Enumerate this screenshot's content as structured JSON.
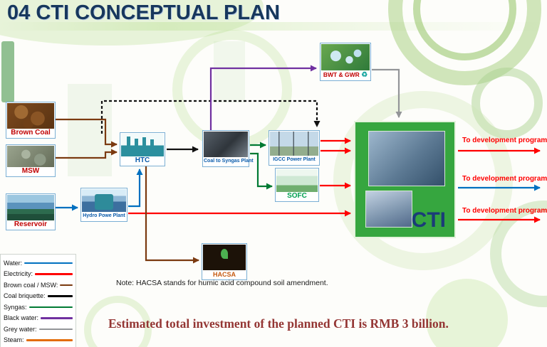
{
  "title": "04 CTI CONCEPTUAL PLAN",
  "nodes": {
    "brown_coal": "Brown Coal",
    "msw": "MSW",
    "reservoir": "Reservoir",
    "htc": "HTC",
    "coal_to_syngas": "Coal to Syngas Plant",
    "igcc": "IGCC Power Plant",
    "sofc": "SOFC",
    "bwt_gwr": "BWT & GWR",
    "hydro": "Hydro Powe Plant",
    "hacsa": "HACSA",
    "cti": "CTI"
  },
  "icons": {
    "recycle": "♻"
  },
  "outputs": [
    {
      "label": "To development programs",
      "arrow_color": "#ff0000"
    },
    {
      "label": "To development programs",
      "arrow_color": "#0070c0"
    },
    {
      "label": "To development programs",
      "arrow_color": "#ff0000"
    }
  ],
  "legend": {
    "items": [
      {
        "label": "Water:",
        "color": "#0070c0",
        "dash": false
      },
      {
        "label": "Electricity:",
        "color": "#ff0000",
        "dash": false
      },
      {
        "label": "Brown coal / MSW:",
        "color": "#7b3a10",
        "dash": false
      },
      {
        "label": "Coal briquette:",
        "color": "#000000",
        "dash": false
      },
      {
        "label": "Syngas:",
        "color": "#007a33",
        "dash": false
      },
      {
        "label": "Black water:",
        "color": "#7030a0",
        "dash": false
      },
      {
        "label": "Grey water:",
        "color": "#939598",
        "dash": false
      },
      {
        "label": "Steam:",
        "color": "#e36c09",
        "dash": false
      }
    ]
  },
  "edges": [
    {
      "from": "brown_coal",
      "to": "htc",
      "type": "brown_coal_msw"
    },
    {
      "from": "msw",
      "to": "htc",
      "type": "brown_coal_msw"
    },
    {
      "from": "reservoir",
      "to": "hydro",
      "type": "water"
    },
    {
      "from": "hydro",
      "to": "htc",
      "type": "water"
    },
    {
      "from": "hydro",
      "to": "cti",
      "type": "electricity"
    },
    {
      "from": "htc",
      "to": "coal_to_syngas",
      "type": "coal_briquette"
    },
    {
      "from": "htc",
      "to": "igcc",
      "type": "coal_briquette"
    },
    {
      "from": "htc",
      "to": "hacsa",
      "type": "brown_coal_msw"
    },
    {
      "from": "htc",
      "to": "bwt_gwr",
      "type": "black_water"
    },
    {
      "from": "coal_to_syngas",
      "to": "igcc",
      "type": "syngas"
    },
    {
      "from": "coal_to_syngas",
      "to": "sofc",
      "type": "syngas"
    },
    {
      "from": "bwt_gwr",
      "to": "cti",
      "type": "grey_water"
    },
    {
      "from": "igcc",
      "to": "cti",
      "type": "electricity"
    },
    {
      "from": "sofc",
      "to": "cti",
      "type": "electricity"
    },
    {
      "from": "cti",
      "to": "development_programs",
      "type": "electricity"
    },
    {
      "from": "cti",
      "to": "development_programs",
      "type": "water"
    },
    {
      "from": "cti",
      "to": "development_programs",
      "type": "electricity"
    }
  ],
  "note": "Note: HACSA stands for humic acid compound soil amendment.",
  "footer": "Estimated total investment of the planned CTI is RMB 3 billion."
}
